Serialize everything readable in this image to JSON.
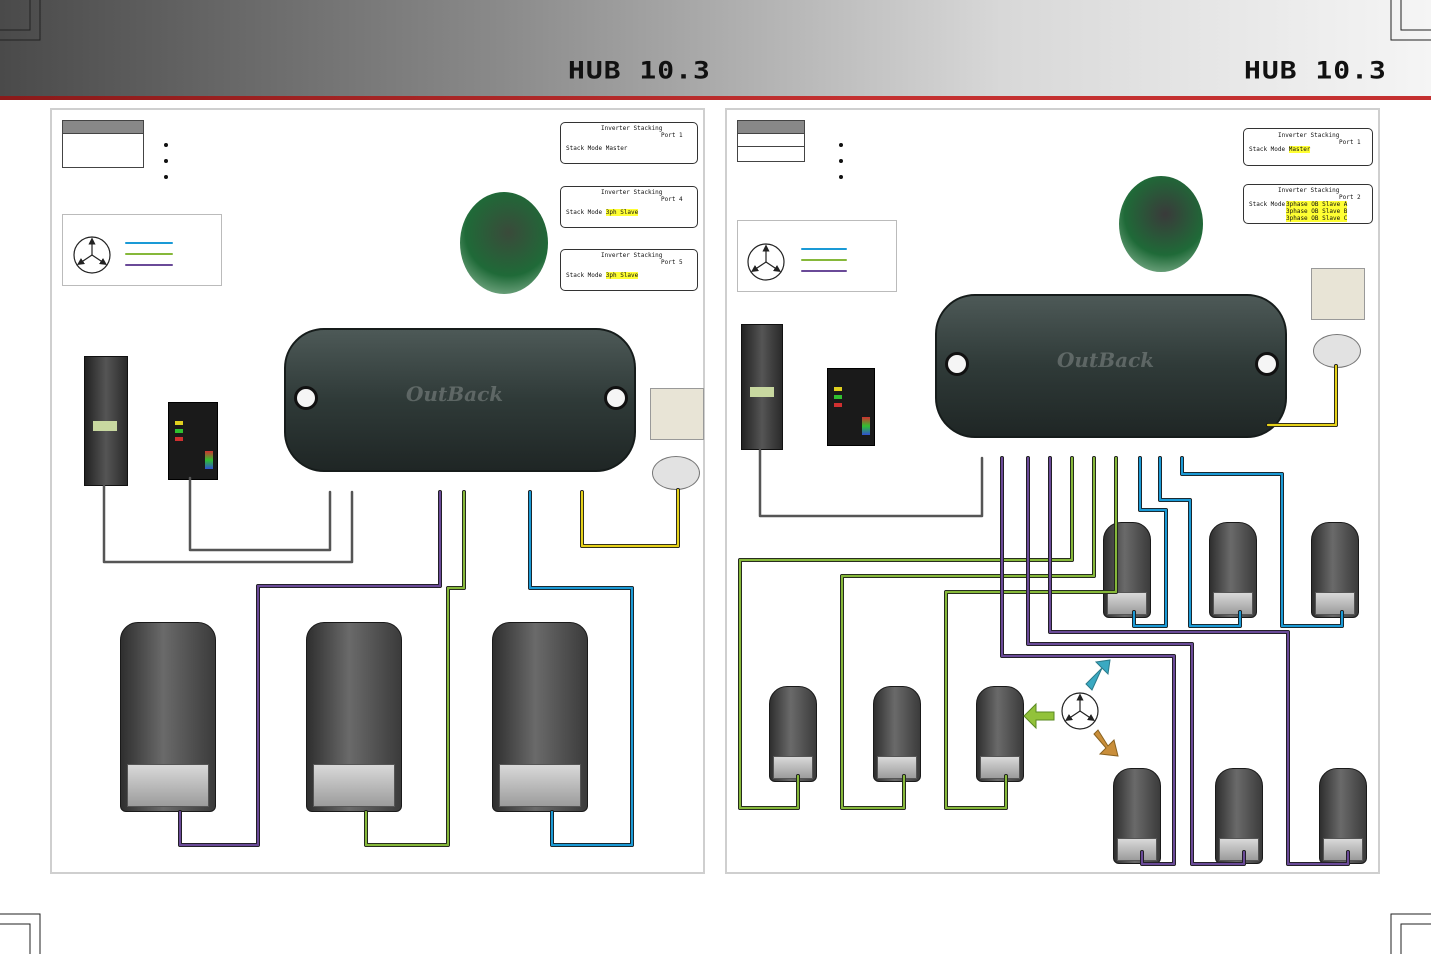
{
  "header": {
    "title_left": "HUB 10.3",
    "title_right": "HUB 10.3"
  },
  "left_panel": {
    "screens": [
      {
        "line1": "Inverter Stacking",
        "line2": "Port 1",
        "label": "Stack Mode",
        "value": "Master",
        "highlight": false
      },
      {
        "line1": "Inverter Stacking",
        "line2": "Port 4",
        "label": "Stack Mode",
        "value": "3ph Slave",
        "highlight": true
      },
      {
        "line1": "Inverter Stacking",
        "line2": "Port 5",
        "label": "Stack Mode",
        "value": "3ph Slave",
        "highlight": true
      }
    ]
  },
  "right_panel": {
    "screens": [
      {
        "line1": "Inverter Stacking",
        "line2": "Port 1",
        "label": "Stack Mode",
        "value": "Master",
        "highlight": true
      },
      {
        "line1": "Inverter Stacking",
        "line2": "Port 2",
        "label": "Stack Mode",
        "values": [
          "3phase OB Slave A",
          "3phase OB Slave B",
          "3phase OB Slave C"
        ],
        "highlight": true
      }
    ]
  },
  "colors": {
    "purple": "#4b2a72",
    "green": "#86b83a",
    "blue": "#1a9ad6",
    "yellow": "#e6d21a",
    "gray": "#555555"
  }
}
